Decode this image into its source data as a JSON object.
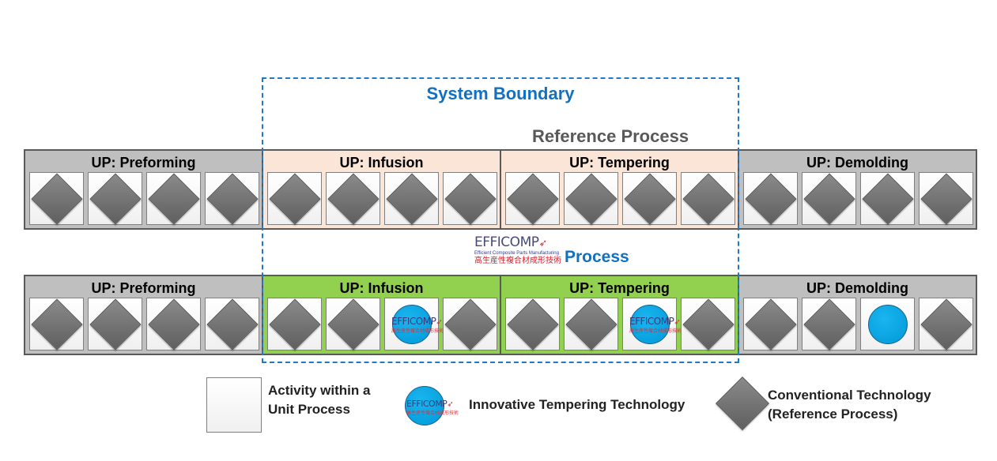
{
  "diagram": {
    "system_boundary_label": "System Boundary",
    "reference_process_label": "Reference Process",
    "efficomp_process": {
      "logo_text": "EFFICOMP",
      "logo_tagline": "Efficient Composite Parts Manufacturing",
      "logo_cjk": "高生産性複合材成形技術",
      "label": "Process"
    },
    "colors": {
      "boundary": "#1f78c8",
      "reference_fill": "#fbe5d6",
      "efficomp_fill": "#92d050",
      "outside_fill": "#bfbfbf",
      "innovative_circle": "#00a2e8",
      "conventional_diamond": "#6e6e6e"
    },
    "reference_row": {
      "unit_processes": [
        {
          "label": "UP: Preforming",
          "activities": [
            "conventional",
            "conventional",
            "conventional",
            "conventional"
          ]
        },
        {
          "label": "UP: Infusion",
          "activities": [
            "conventional",
            "conventional",
            "conventional",
            "conventional"
          ]
        },
        {
          "label": "UP: Tempering",
          "activities": [
            "conventional",
            "conventional",
            "conventional",
            "conventional"
          ]
        },
        {
          "label": "UP: Demolding",
          "activities": [
            "conventional",
            "conventional",
            "conventional",
            "conventional"
          ]
        }
      ]
    },
    "efficomp_row": {
      "unit_processes": [
        {
          "label": "UP: Preforming",
          "activities": [
            "conventional",
            "conventional",
            "conventional",
            "conventional"
          ]
        },
        {
          "label": "UP: Infusion",
          "activities": [
            "conventional",
            "conventional",
            "innovative-logo",
            "conventional"
          ]
        },
        {
          "label": "UP: Tempering",
          "activities": [
            "conventional",
            "conventional",
            "innovative-logo",
            "conventional"
          ]
        },
        {
          "label": "UP: Demolding",
          "activities": [
            "conventional",
            "conventional",
            "innovative",
            "conventional"
          ]
        }
      ]
    },
    "legend": {
      "activity": "Activity within a\nUnit Process",
      "activity_line1": "Activity within a",
      "activity_line2": "Unit Process",
      "innovative": "Innovative Tempering Technology",
      "conventional_line1": "Conventional Technology",
      "conventional_line2": "(Reference Process)"
    }
  }
}
